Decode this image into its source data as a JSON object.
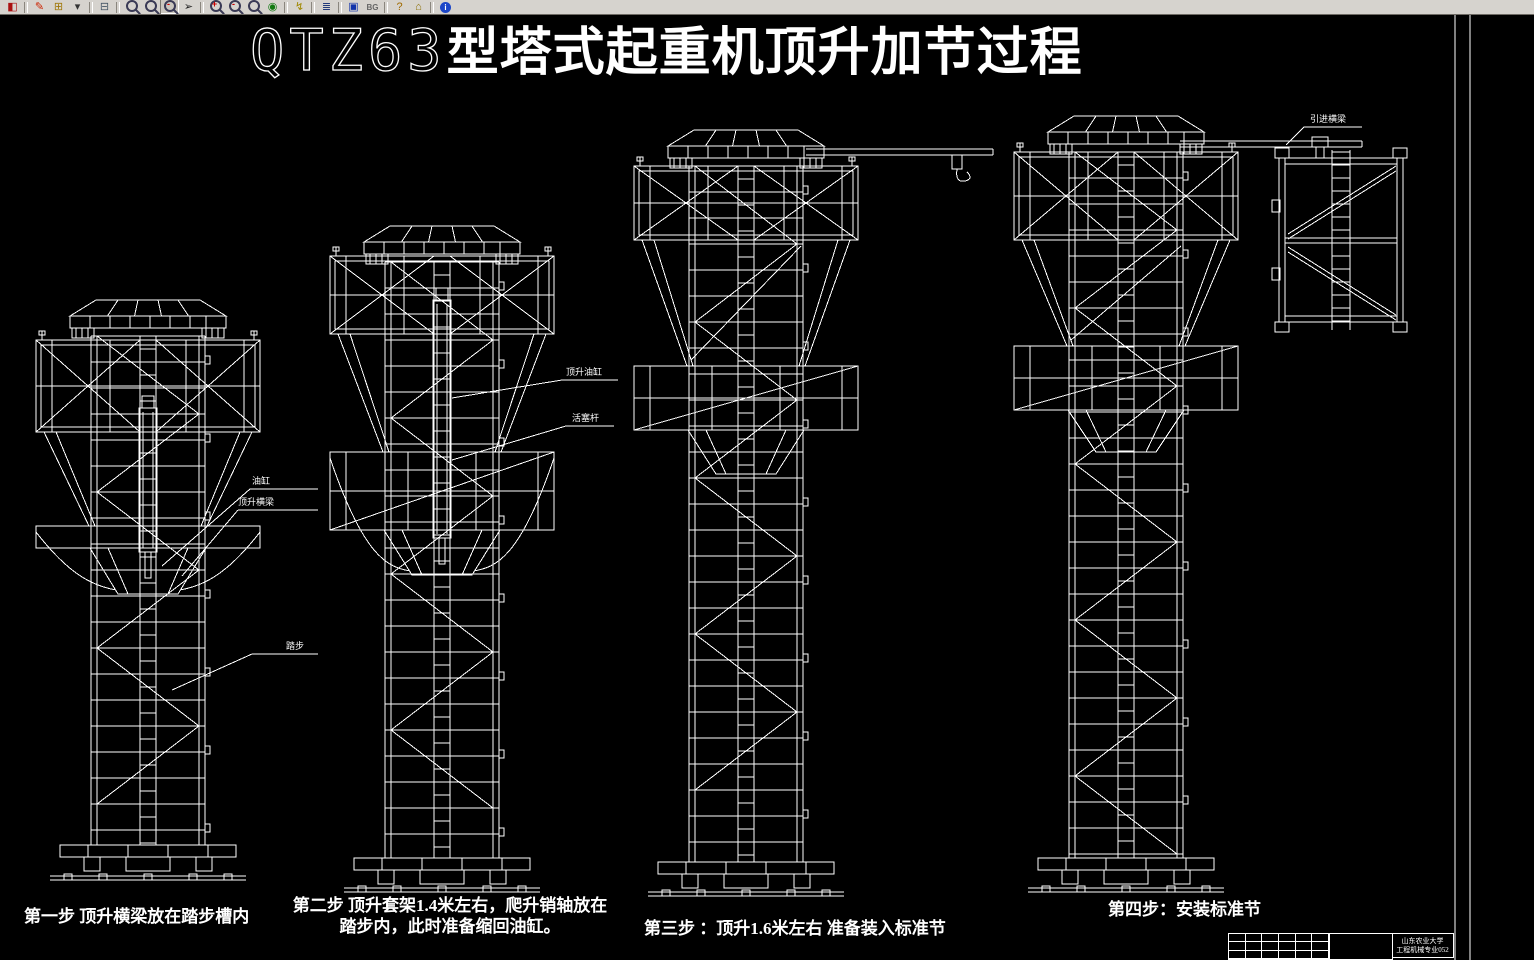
{
  "toolbar": {
    "icons": [
      {
        "name": "open-icon",
        "kind": "glyph",
        "glyph": "◧",
        "color": "#aa1111"
      },
      {
        "name": "markup-icon",
        "kind": "glyph",
        "glyph": "✎",
        "color": "#cc2200",
        "sep_before": true
      },
      {
        "name": "folder-open-icon",
        "kind": "glyph",
        "glyph": "⊞",
        "color": "#a07808"
      },
      {
        "name": "dropdown-arrow-icon",
        "kind": "glyph",
        "glyph": "▾",
        "color": "#333333"
      },
      {
        "name": "print-icon",
        "kind": "glyph",
        "glyph": "⊟",
        "color": "#445566",
        "sep_before": true
      },
      {
        "name": "zoom-window-icon",
        "kind": "mag",
        "sep_before": true
      },
      {
        "name": "zoom-dynamic-icon",
        "kind": "mag"
      },
      {
        "name": "zoom-previous-icon",
        "kind": "mag",
        "sign": "-",
        "pressed": true
      },
      {
        "name": "pan-icon",
        "kind": "glyph",
        "glyph": "➢",
        "color": "#222222"
      },
      {
        "name": "zoom-in-icon",
        "kind": "mag",
        "sign": "+",
        "sep_before": true
      },
      {
        "name": "zoom-out-icon",
        "kind": "mag",
        "sign": "-"
      },
      {
        "name": "zoom-extents-icon",
        "kind": "mag"
      },
      {
        "name": "view-3d-icon",
        "kind": "glyph",
        "glyph": "◉",
        "color": "#117a11"
      },
      {
        "name": "measure-icon",
        "kind": "glyph",
        "glyph": "↯",
        "color": "#a08800",
        "sep_before": true
      },
      {
        "name": "layers-icon",
        "kind": "glyph",
        "glyph": "≣",
        "color": "#223a7a",
        "sep_before": true
      },
      {
        "name": "fullscreen-icon",
        "kind": "glyph",
        "glyph": "▣",
        "color": "#1133aa",
        "sep_before": true
      },
      {
        "name": "background-icon",
        "kind": "label",
        "glyph": "BG",
        "color": "#666666"
      },
      {
        "name": "help-icon",
        "kind": "glyph",
        "glyph": "?",
        "color": "#a06a00",
        "sep_before": true
      },
      {
        "name": "home-icon",
        "kind": "glyph",
        "glyph": "⌂",
        "color": "#8a6d00"
      },
      {
        "name": "info-icon",
        "kind": "info",
        "glyph": "i",
        "sep_before": true
      }
    ]
  },
  "title": {
    "prefix": "QTZ63",
    "main": "型塔式起重机顶升加节过程"
  },
  "steps": {
    "step1": "第一步  顶升横梁放在踏步槽内",
    "step2_line1": "第二步  顶升套架1.4米左右，爬升销轴放在",
    "step2_line2": "踏步内，此时准备缩回油缸。",
    "step3": "第三步 ：顶升1.6米左右   准备装入标准节",
    "step4": "第四步：安装标准节"
  },
  "annotations": {
    "t1_cylinder": "油缸",
    "t1_beam": "顶升横梁",
    "t1_step": "踏步",
    "t2_cylinder": "顶升油缸",
    "t2_piston": "活塞杆",
    "t4_intro_beam": "引进横梁"
  },
  "title_block": {
    "org_line1": "山东农业大学",
    "org_line2": "工程机械专业052"
  },
  "colors": {
    "canvas_bg": "#000000",
    "line": "#ffffff",
    "toolbar_bg": "#d6d3ce"
  }
}
